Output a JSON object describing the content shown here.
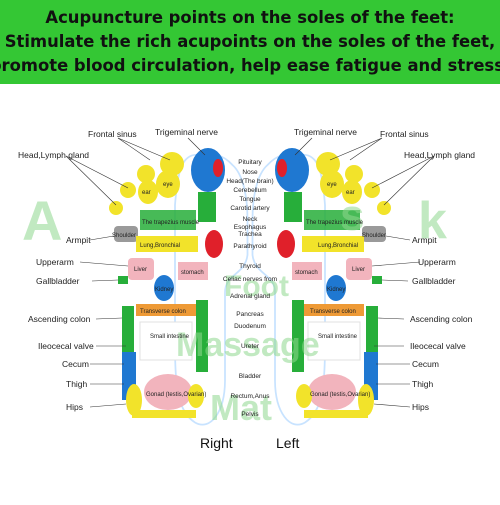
{
  "header": {
    "line1": "Acupuncture points on the soles of the feet:",
    "line2": "Stimulate the rich acupoints on the soles of the feet,",
    "line3": "promote blood circulation, help ease fatigue and stress."
  },
  "foot_captions": {
    "right": "Right",
    "left": "Left"
  },
  "watermark": [
    "A",
    "s",
    "k",
    "Foot",
    "Massage",
    "Mat"
  ],
  "outer_labels": {
    "frontal_sinus": "Frontal sinus",
    "trigeminal_nerve": "Trigeminal nerve",
    "head_lymph_gland": "Head,Lymph gland",
    "armpit": "Armpit",
    "upperarm": "Upperarm",
    "gallbladder": "Gallbladder",
    "ascending_colon": "Ascending colon",
    "ileocecal_valve": "Ileocecal valve",
    "cecum": "Cecum",
    "thigh": "Thigh",
    "hips": "Hips"
  },
  "center_labels": {
    "pituitary": "Pituitary",
    "nose": "Nose",
    "head_brain": "Head(The brain)",
    "cerebellum": "Cerebellum",
    "tongue": "Tongue",
    "carotid_artery": "Carotid artery",
    "neck": "Neck",
    "esophagus": "Esophagus",
    "trachea": "Trachea",
    "parathyroid": "Parathyroid",
    "thyroid": "Thyroid",
    "celiac_nerves": "Celiac nerves from",
    "adrenal_gland": "Adrenal gland",
    "pancreas": "Pancreas",
    "duodenum": "Duodenum",
    "ureter": "Ureter",
    "bladder": "Bladder",
    "rectum_anus": "Rectum,Anus",
    "pelvis": "Pelvis"
  },
  "foot_labels": {
    "eye": "eye",
    "ear": "ear",
    "trapezius": "The trapezius muscle",
    "shoulder": "Shoulder",
    "lung": "Lung,Bronchial",
    "liver": "Liver",
    "stomach": "stomach",
    "kidney": "Kidney",
    "transverse_colon": "Transverse colon",
    "small_intestine": "Small intestine",
    "gonad": "Gonad (testis,Ovarian)"
  },
  "colors": {
    "banner": "#34c734",
    "yellow": "#f2e32a",
    "blue": "#1f78d1",
    "green": "#27ae3a",
    "red": "#e0202a",
    "pink": "#f2b4bd",
    "orange": "#ee9a36",
    "gray": "#9a9a9a",
    "watermark": "#8fd88f"
  }
}
